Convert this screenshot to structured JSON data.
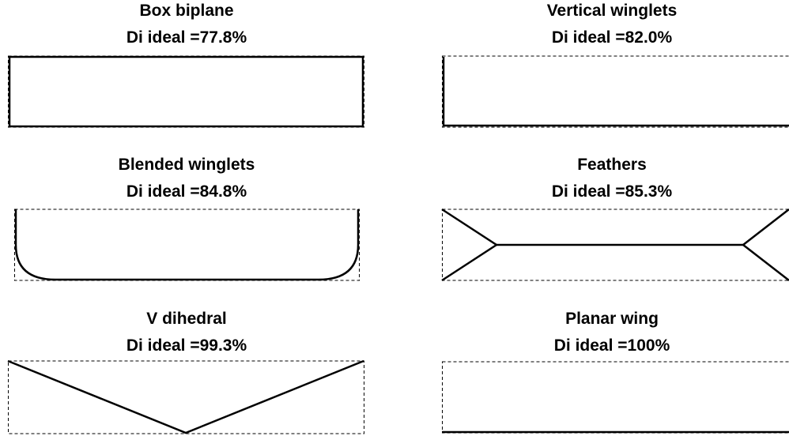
{
  "panels": [
    {
      "name": "Box biplane",
      "di": "Di ideal =77.8%"
    },
    {
      "name": "Vertical winglets",
      "di": "Di ideal =82.0%"
    },
    {
      "name": "Blended winglets",
      "di": "Di ideal =84.8%"
    },
    {
      "name": "Feathers",
      "di": "Di ideal =85.3%"
    },
    {
      "name": "V dihedral",
      "di": "Di ideal =99.3%"
    },
    {
      "name": "Planar wing",
      "di": "Di ideal =100%"
    }
  ]
}
